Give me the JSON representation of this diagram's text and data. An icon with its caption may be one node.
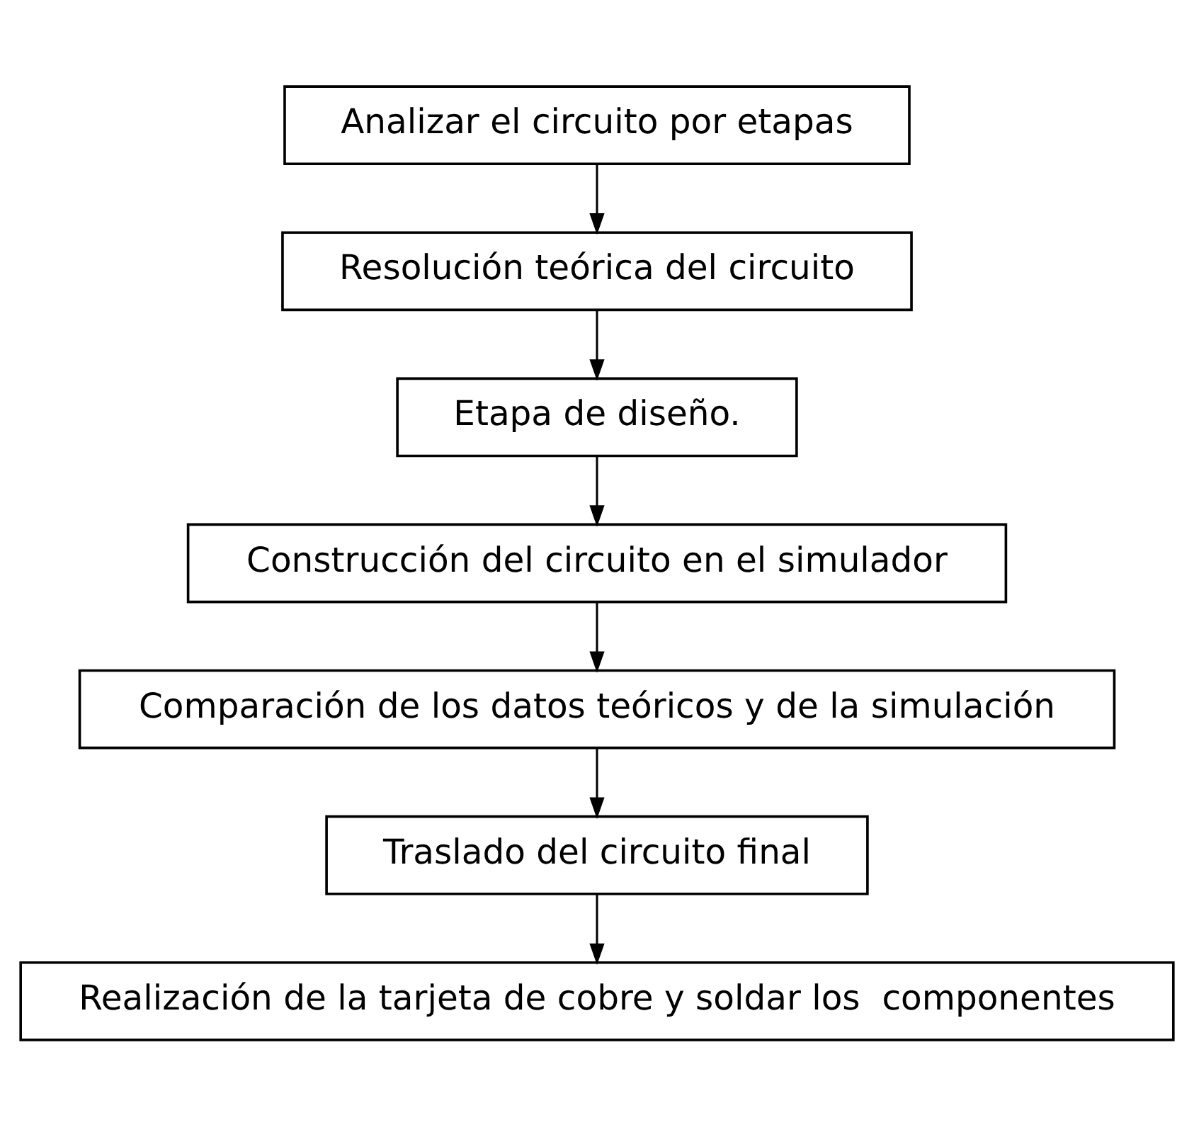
{
  "diagram": {
    "nodes": [
      {
        "text": [
          "Analizar el circuito por etapas"
        ]
      },
      {
        "text": [
          "Resolución teórica del circuito"
        ]
      },
      {
        "text": [
          "Etapa de diseño."
        ]
      },
      {
        "text": [
          "Construcción del circuito en el simulador"
        ]
      },
      {
        "text": [
          "Comparación de los datos teóricos y de la simulación"
        ]
      },
      {
        "text": [
          "Traslado del circuito final"
        ]
      },
      {
        "text": [
          "Realización de la tarjeta de cobre y soldar los  componentes"
        ]
      }
    ],
    "edges": [
      {
        "from": 0,
        "to": 1,
        "arrow": "to"
      },
      {
        "from": 1,
        "to": 2,
        "arrow": "to"
      },
      {
        "from": 2,
        "to": 3,
        "arrow": "to"
      },
      {
        "from": 3,
        "to": 4,
        "arrow": "to"
      },
      {
        "from": 4,
        "to": 5,
        "arrow": "to"
      },
      {
        "from": 5,
        "to": 6,
        "arrow": "to"
      }
    ]
  }
}
